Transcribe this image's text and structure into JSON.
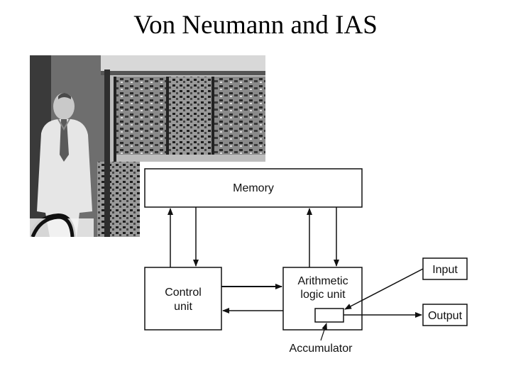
{
  "title": "Von Neumann and IAS",
  "photo": {
    "icon": "photograph-of-von-neumann-with-ias-computer"
  },
  "diagram": {
    "memory_label": "Memory",
    "control_label_line1": "Control",
    "control_label_line2": "unit",
    "alu_label_line1": "Arithmetic",
    "alu_label_line2": "logic unit",
    "input_label": "Input",
    "output_label": "Output",
    "accumulator_label": "Accumulator"
  }
}
